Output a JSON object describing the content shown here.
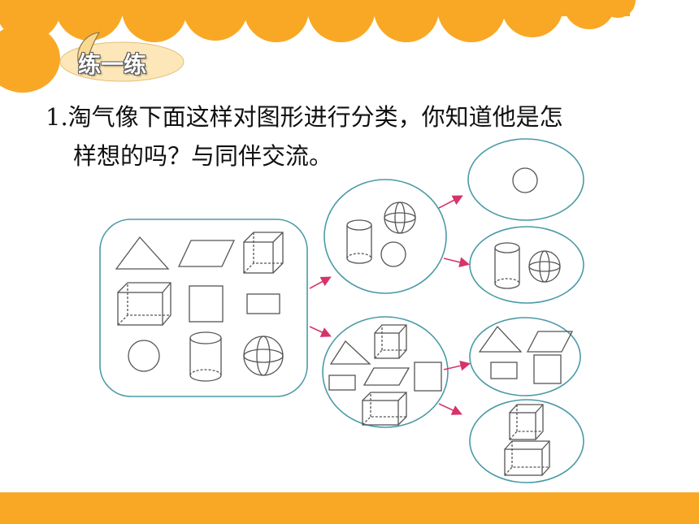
{
  "header": {
    "badge_title": "练一练"
  },
  "question": {
    "number": "1.",
    "line1": "淘气像下面这样对图形进行分类，你知道他是怎",
    "line2": "样想的吗？与同伴交流。"
  },
  "colors": {
    "accent_orange": "#f9a825",
    "group_outline": "#4a9aa6",
    "arrow": "#d6336c"
  },
  "diagram": {
    "groups": [
      {
        "name": "all-shapes",
        "items": [
          "triangle-icon",
          "parallelogram-icon",
          "cube-icon",
          "cuboid-icon",
          "square-icon",
          "rectangle-icon",
          "circle-icon",
          "cylinder-icon",
          "sphere-icon"
        ]
      },
      {
        "name": "curved-shapes",
        "items": [
          "cylinder-icon",
          "sphere-icon",
          "circle-icon"
        ]
      },
      {
        "name": "straight-edged-shapes",
        "items": [
          "cube-icon",
          "triangle-icon",
          "rectangle-icon",
          "parallelogram-icon",
          "square-icon",
          "cuboid-icon"
        ]
      },
      {
        "name": "flat-curved",
        "items": [
          "circle-icon"
        ]
      },
      {
        "name": "solid-curved",
        "items": [
          "cylinder-icon",
          "sphere-icon"
        ]
      },
      {
        "name": "flat-straight",
        "items": [
          "triangle-icon",
          "parallelogram-icon",
          "rectangle-icon",
          "square-icon"
        ]
      },
      {
        "name": "solid-straight",
        "items": [
          "cube-icon",
          "cuboid-icon"
        ]
      }
    ]
  }
}
